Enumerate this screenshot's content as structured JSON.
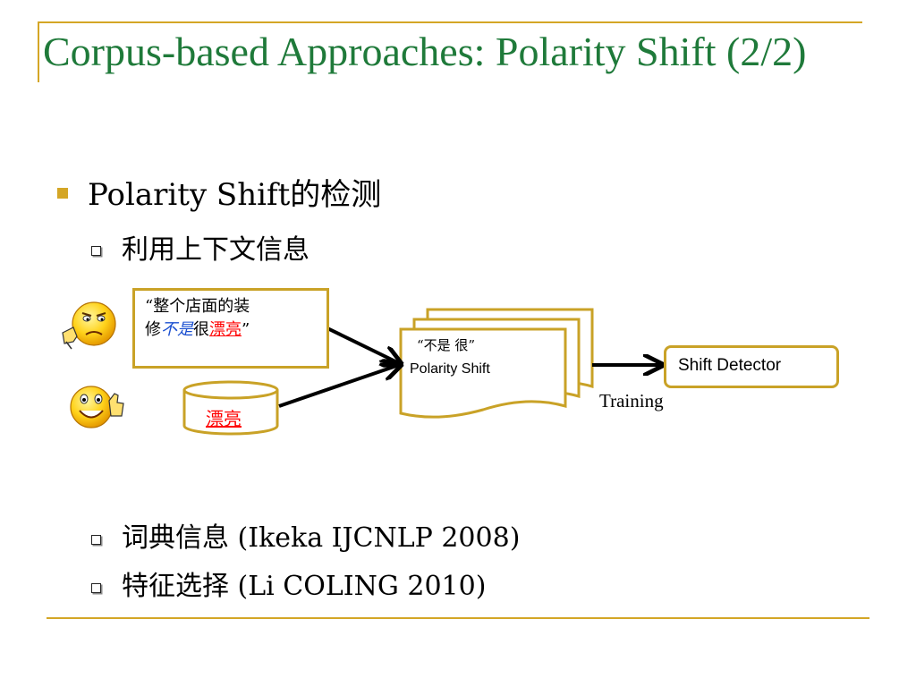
{
  "slide": {
    "title": "Corpus-based Approaches: Polarity Shift (2/2)",
    "bullet1": "Polarity Shift的检测",
    "sub1": "利用上下文信息",
    "sub2": "词典信息 (Ikeka IJCNLP 2008)",
    "sub3": "特征选择 (Li COLING 2010)"
  },
  "diagram": {
    "quote_line1": "“整个店面的装",
    "quote_line2_a": "修",
    "quote_line2_b": "不是",
    "quote_line2_c": "很",
    "quote_line2_d": "漂亮",
    "quote_line2_e": "”",
    "lexicon_word": "漂亮",
    "doc_line1": "“不是 很”",
    "doc_line2": "Polarity Shift",
    "detector": "Shift Detector",
    "edge_label": "Training",
    "icons": [
      "thumbs-down-smiley-icon",
      "thumbs-up-smiley-icon"
    ]
  },
  "colors": {
    "title": "#1f7a3a",
    "accent_gold": "#d4a626",
    "box_border": "#c9a227",
    "highlight_red": "#ff0000",
    "highlight_blue": "#1a4fd0"
  }
}
